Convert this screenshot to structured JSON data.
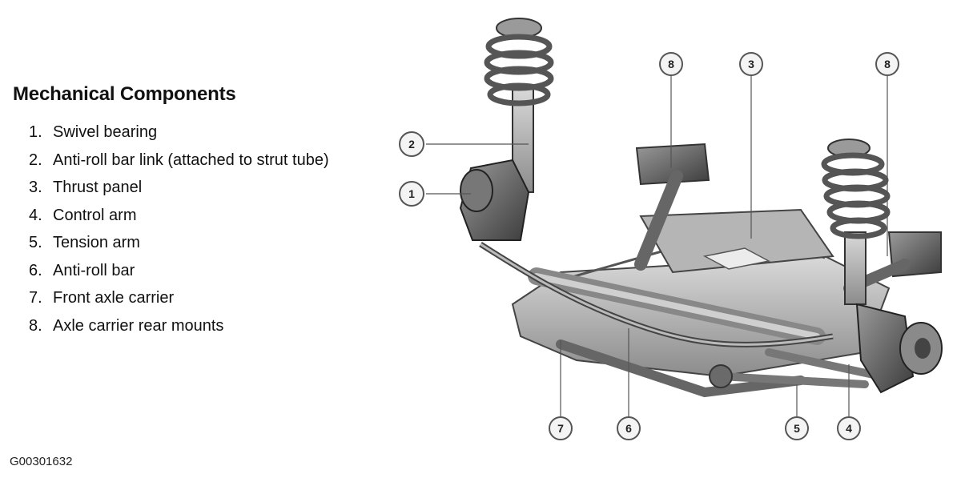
{
  "heading": "Mechanical Components",
  "components": [
    {
      "num": "1.",
      "label": "Swivel bearing"
    },
    {
      "num": "2.",
      "label": "Anti-roll bar link (attached to strut tube)"
    },
    {
      "num": "3.",
      "label": "Thrust panel"
    },
    {
      "num": "4.",
      "label": "Control arm"
    },
    {
      "num": "5.",
      "label": "Tension arm"
    },
    {
      "num": "6.",
      "label": "Anti-roll bar"
    },
    {
      "num": "7.",
      "label": "Front axle carrier"
    },
    {
      "num": "8.",
      "label": "Axle carrier rear mounts"
    }
  ],
  "figure_code": "G00301632",
  "callouts": {
    "c1": "1",
    "c2": "2",
    "c3": "3",
    "c4": "4",
    "c5": "5",
    "c6": "6",
    "c7": "7",
    "c8a": "8",
    "c8b": "8"
  }
}
